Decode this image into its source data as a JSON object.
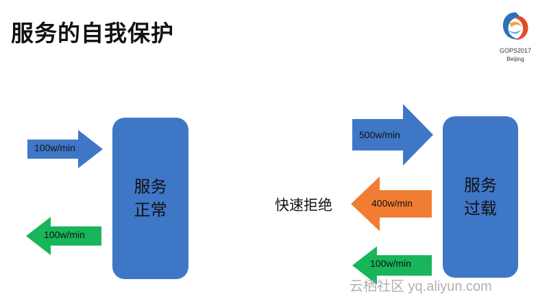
{
  "title": "服务的自我保护",
  "logo": {
    "line1": "GOPS2017",
    "line2": "Beijing"
  },
  "normal_box": {
    "line1": "服务",
    "line2": "正常"
  },
  "overload_box": {
    "line1": "服务",
    "line2": "过载"
  },
  "arrows": {
    "normal_in": "100w/min",
    "normal_out": "100w/min",
    "overload_in": "500w/min",
    "overload_reject": "400w/min",
    "overload_out": "100w/min"
  },
  "reject_label": "快速拒绝",
  "watermark": "云栖社区 yq.aliyun.com",
  "colors": {
    "box": "#3f77c7",
    "incoming_arrow": "#3f77c7",
    "outgoing_arrow": "#18b55a",
    "reject_arrow": "#f07d33"
  }
}
